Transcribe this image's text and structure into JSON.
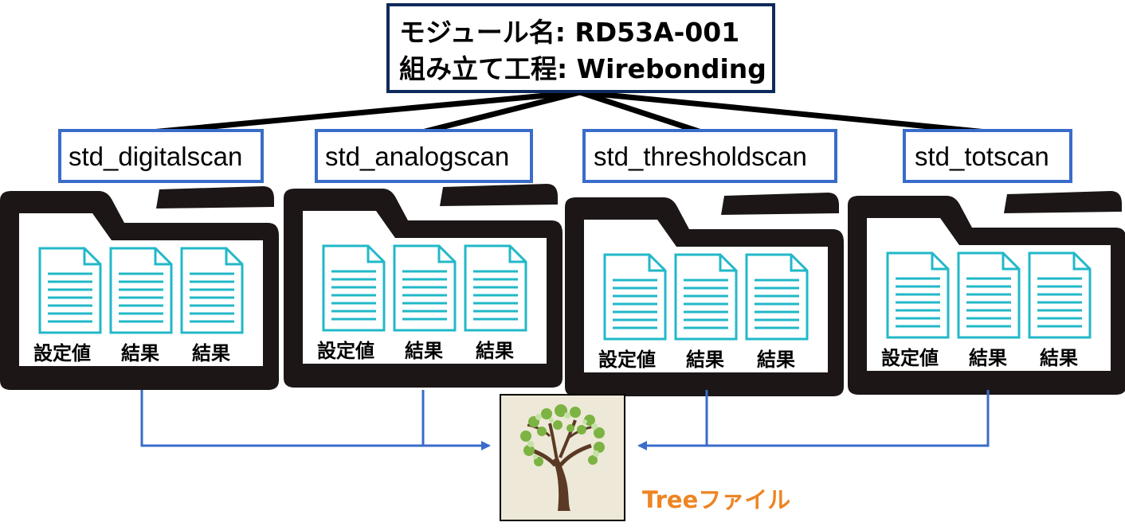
{
  "module_box": {
    "line1": "モジュール名: RD53A-001",
    "line2": "組み立て工程: Wirebonding"
  },
  "scans": [
    {
      "label": "std_digitalscan",
      "files": [
        "設定値",
        "結果",
        "結果"
      ]
    },
    {
      "label": "std_analogscan",
      "files": [
        "設定値",
        "結果",
        "結果"
      ]
    },
    {
      "label": "std_thresholdscan",
      "files": [
        "設定値",
        "結果",
        "結果"
      ]
    },
    {
      "label": "std_totscan",
      "files": [
        "設定値",
        "結果",
        "結果"
      ]
    }
  ],
  "tree_file": {
    "prefix": "Tree",
    "suffix": "ファイル"
  },
  "colors": {
    "box_border_dark": "#0f2a5c",
    "box_border_blue": "#3a6cc9",
    "folder": "#1c1616",
    "doc_stroke": "#22b8c8",
    "arrow": "#3a6cc9",
    "tree_label": "#ee8422",
    "tree_bg": "#ede8d8"
  },
  "icons": {
    "folder": "folder-icon",
    "document": "document-icon",
    "tree": "tree-icon"
  }
}
